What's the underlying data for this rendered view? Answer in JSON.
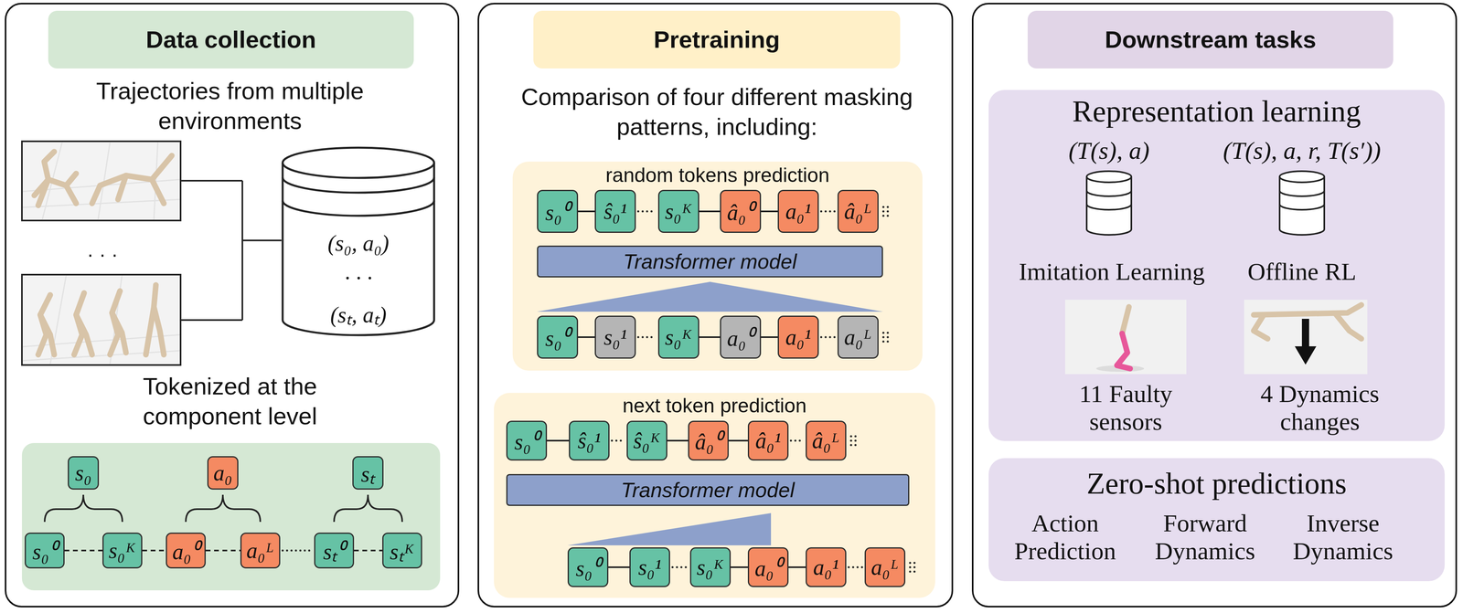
{
  "diagram": {
    "nodes": [
      {
        "text": [
          "Data collection",
          "Trajectories from multiple environments",
          "Tokenized at the component level"
        ]
      },
      {
        "text": [
          "(s₀, a₀)",
          "· · ·",
          "(sₜ, aₜ)"
        ],
        "in": 0
      },
      {
        "text": [
          "s₀"
        ],
        "in": 0
      },
      {
        "text": [
          "a₀"
        ],
        "in": 0
      },
      {
        "text": [
          "sₜ"
        ],
        "in": 0
      },
      {
        "text": [
          "s₀⁰"
        ],
        "in": 0
      },
      {
        "text": [
          "s₀ᴷ"
        ],
        "in": 0
      },
      {
        "text": [
          "a₀⁰"
        ],
        "in": 0
      },
      {
        "text": [
          "a₀ᴸ"
        ],
        "in": 0
      },
      {
        "text": [
          "sₜ⁰"
        ],
        "in": 0
      },
      {
        "text": [
          "sₜᴷ"
        ],
        "in": 0
      },
      {
        "text": [
          "Pretraining",
          "Comparison of four different masking patterns, including:"
        ]
      },
      {
        "text": [
          "random tokens prediction"
        ],
        "in": 11
      },
      {
        "text": [
          "s₀⁰"
        ],
        "in": 12
      },
      {
        "text": [
          "ŝ₀¹"
        ],
        "in": 12
      },
      {
        "text": [
          "s₀ᴷ"
        ],
        "in": 12
      },
      {
        "text": [
          "â₀⁰"
        ],
        "in": 12
      },
      {
        "text": [
          "a₀¹"
        ],
        "in": 12
      },
      {
        "text": [
          "â₀ᴸ"
        ],
        "in": 12
      },
      {
        "text": [
          "Transformer model"
        ],
        "in": 12
      },
      {
        "text": [
          "s₀⁰"
        ],
        "in": 12
      },
      {
        "text": [
          "s₀¹"
        ],
        "in": 12
      },
      {
        "text": [
          "s₀ᴷ"
        ],
        "in": 12
      },
      {
        "text": [
          "a₀⁰"
        ],
        "in": 12
      },
      {
        "text": [
          "a₀¹"
        ],
        "in": 12
      },
      {
        "text": [
          "a₀ᴸ"
        ],
        "in": 12
      },
      {
        "text": [
          "next token prediction"
        ],
        "in": 11
      },
      {
        "text": [
          "s₀⁰"
        ],
        "in": 26
      },
      {
        "text": [
          "ŝ₀¹"
        ],
        "in": 26
      },
      {
        "text": [
          "ŝ₀ᴷ"
        ],
        "in": 26
      },
      {
        "text": [
          "â₀⁰"
        ],
        "in": 26
      },
      {
        "text": [
          "â₀¹"
        ],
        "in": 26
      },
      {
        "text": [
          "â₀ᴸ"
        ],
        "in": 26
      },
      {
        "text": [
          "Transformer model"
        ],
        "in": 26
      },
      {
        "text": [
          "s₀⁰"
        ],
        "in": 26
      },
      {
        "text": [
          "s₀¹"
        ],
        "in": 26
      },
      {
        "text": [
          "s₀ᴷ"
        ],
        "in": 26
      },
      {
        "text": [
          "a₀⁰"
        ],
        "in": 26
      },
      {
        "text": [
          "a₀¹"
        ],
        "in": 26
      },
      {
        "text": [
          "a₀ᴸ"
        ],
        "in": 26
      },
      {
        "text": [
          "Downstream tasks"
        ]
      },
      {
        "text": [
          "Representation learning",
          "(T(s), a)",
          "(T(s), a, r, T(s′))",
          "Imitation Learning",
          "Offline RL",
          "11 Faulty sensors",
          "4 Dynamics changes"
        ],
        "in": 40
      },
      {
        "text": [
          "Zero-shot predictions",
          "Action Prediction",
          "Forward Dynamics",
          "Inverse Dynamics"
        ],
        "in": 40
      }
    ],
    "edges": [
      {
        "from": 5,
        "to": 6,
        "arrow": "none"
      },
      {
        "from": 6,
        "to": 7,
        "arrow": "none"
      },
      {
        "from": 7,
        "to": 8,
        "arrow": "none"
      },
      {
        "from": 8,
        "to": 9,
        "arrow": "none"
      },
      {
        "from": 9,
        "to": 10,
        "arrow": "none"
      },
      {
        "from": 13,
        "to": 14,
        "arrow": "none"
      },
      {
        "from": 14,
        "to": 15,
        "arrow": "none"
      },
      {
        "from": 15,
        "to": 16,
        "arrow": "none"
      },
      {
        "from": 16,
        "to": 17,
        "arrow": "none"
      },
      {
        "from": 17,
        "to": 18,
        "arrow": "none"
      },
      {
        "from": 20,
        "to": 21,
        "arrow": "none"
      },
      {
        "from": 21,
        "to": 22,
        "arrow": "none"
      },
      {
        "from": 22,
        "to": 23,
        "arrow": "none"
      },
      {
        "from": 23,
        "to": 24,
        "arrow": "none"
      },
      {
        "from": 24,
        "to": 25,
        "arrow": "none"
      },
      {
        "from": 27,
        "to": 28,
        "arrow": "none"
      },
      {
        "from": 28,
        "to": 29,
        "arrow": "none"
      },
      {
        "from": 29,
        "to": 30,
        "arrow": "none"
      },
      {
        "from": 30,
        "to": 31,
        "arrow": "none"
      },
      {
        "from": 31,
        "to": 32,
        "arrow": "none"
      },
      {
        "from": 34,
        "to": 35,
        "arrow": "none"
      },
      {
        "from": 35,
        "to": 36,
        "arrow": "none"
      },
      {
        "from": 36,
        "to": 37,
        "arrow": "none"
      },
      {
        "from": 37,
        "to": 38,
        "arrow": "none"
      },
      {
        "from": 38,
        "to": 39,
        "arrow": "none"
      }
    ],
    "labels": [
      "· · ·"
    ]
  }
}
